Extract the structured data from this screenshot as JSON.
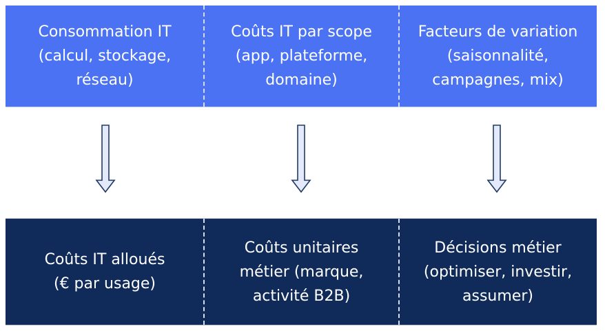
{
  "top_row": {
    "color": "#4a72f2",
    "cells": [
      {
        "label": "Consommation IT\n(calcul, stockage,\nréseau)"
      },
      {
        "label": "Coûts IT par scope\n(app, plateforme,\ndomaine)"
      },
      {
        "label": "Facteurs de variation\n(saisonnalité,\ncampagnes, mix)"
      }
    ]
  },
  "arrows": [
    {
      "direction": "down",
      "icon": "arrow-down-icon"
    },
    {
      "direction": "down",
      "icon": "arrow-down-icon"
    },
    {
      "direction": "down",
      "icon": "arrow-down-icon"
    }
  ],
  "bottom_row": {
    "color": "#102b5a",
    "cells": [
      {
        "label": "Coûts IT alloués\n(€ par usage)"
      },
      {
        "label": "Coûts unitaires\nmétier (marque,\nactivité B2B)"
      },
      {
        "label": "Décisions métier\n(optimiser, investir,\nassumer)"
      }
    ]
  },
  "colors": {
    "arrow_fill": "#e4eafc",
    "arrow_stroke": "#1f3a66",
    "divider": "#d6def0",
    "text": "#ffffff"
  }
}
